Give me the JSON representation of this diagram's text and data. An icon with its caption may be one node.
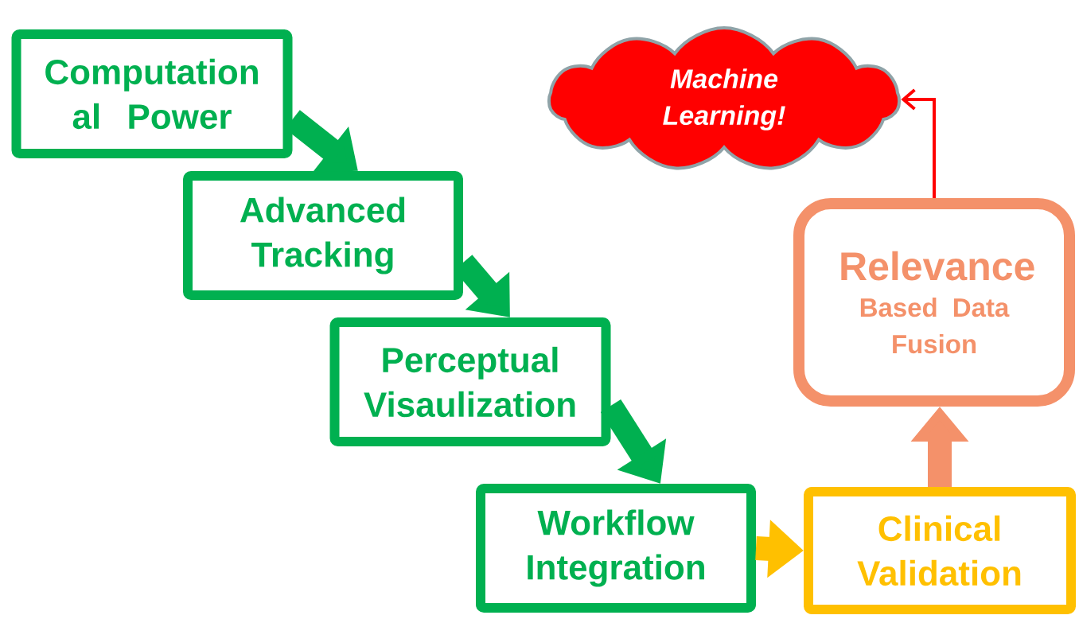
{
  "diagram": {
    "nodes": [
      {
        "text": [
          "Computation al Power"
        ]
      },
      {
        "text": [
          "Advanced Tracking"
        ]
      },
      {
        "text": [
          "Perceptual Visaulization"
        ]
      },
      {
        "text": [
          "Workflow Integration"
        ]
      },
      {
        "text": [
          "Clinical Validation"
        ]
      },
      {
        "text": [
          "Relevance",
          "Based Data Fusion"
        ]
      },
      {
        "text": [
          "Machine Learning!"
        ]
      }
    ],
    "edges": [
      {
        "from": 0,
        "to": 1,
        "arrow": "to"
      },
      {
        "from": 1,
        "to": 2,
        "arrow": "to"
      },
      {
        "from": 2,
        "to": 3,
        "arrow": "to"
      },
      {
        "from": 3,
        "to": 4,
        "arrow": "to",
        "color": "#ffc000"
      },
      {
        "from": 4,
        "to": 5,
        "arrow": "to",
        "color": "#f4916a"
      },
      {
        "from": 5,
        "to": 6,
        "arrow": "to",
        "color": "#ff0000"
      }
    ]
  }
}
